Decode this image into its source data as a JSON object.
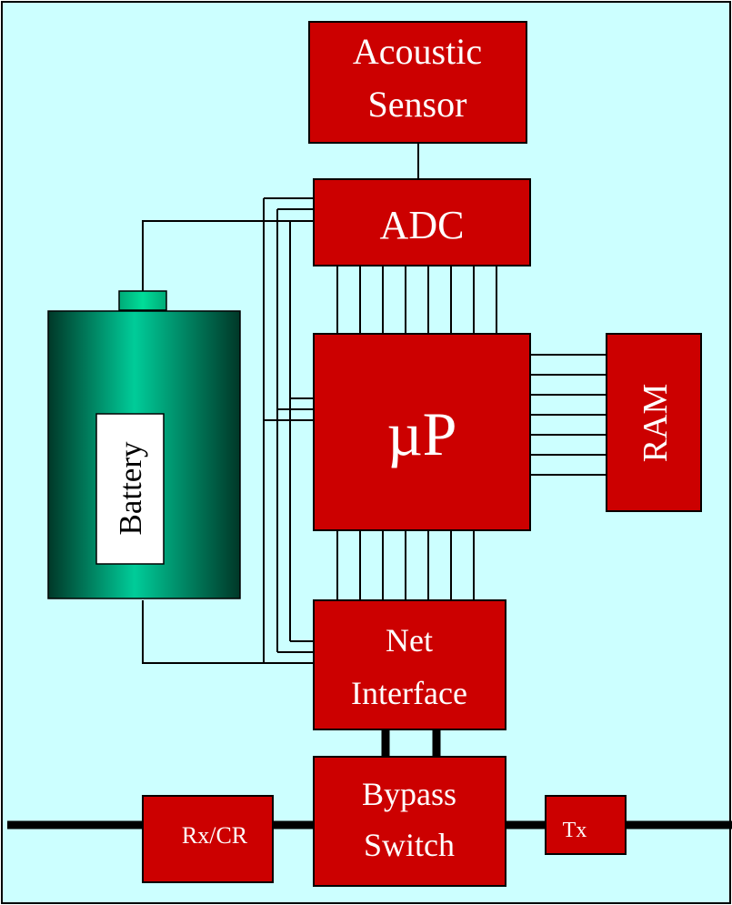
{
  "diagram": {
    "blocks": {
      "acoustic_sensor": [
        "Acoustic",
        "Sensor"
      ],
      "adc": "ADC",
      "microprocessor": "µP",
      "ram": "RAM",
      "net_interface": [
        "Net",
        "Interface"
      ],
      "bypass_switch": [
        "Bypass",
        "Switch"
      ],
      "rx_cr": "Rx/CR",
      "tx": "Tx",
      "battery": "Battery"
    },
    "colors": {
      "background": "#ccffff",
      "block_fill": "#cc0000",
      "block_text": "#ffffff",
      "battery_light": "#00cc99",
      "battery_dark": "#004433",
      "wire": "#000000"
    }
  }
}
